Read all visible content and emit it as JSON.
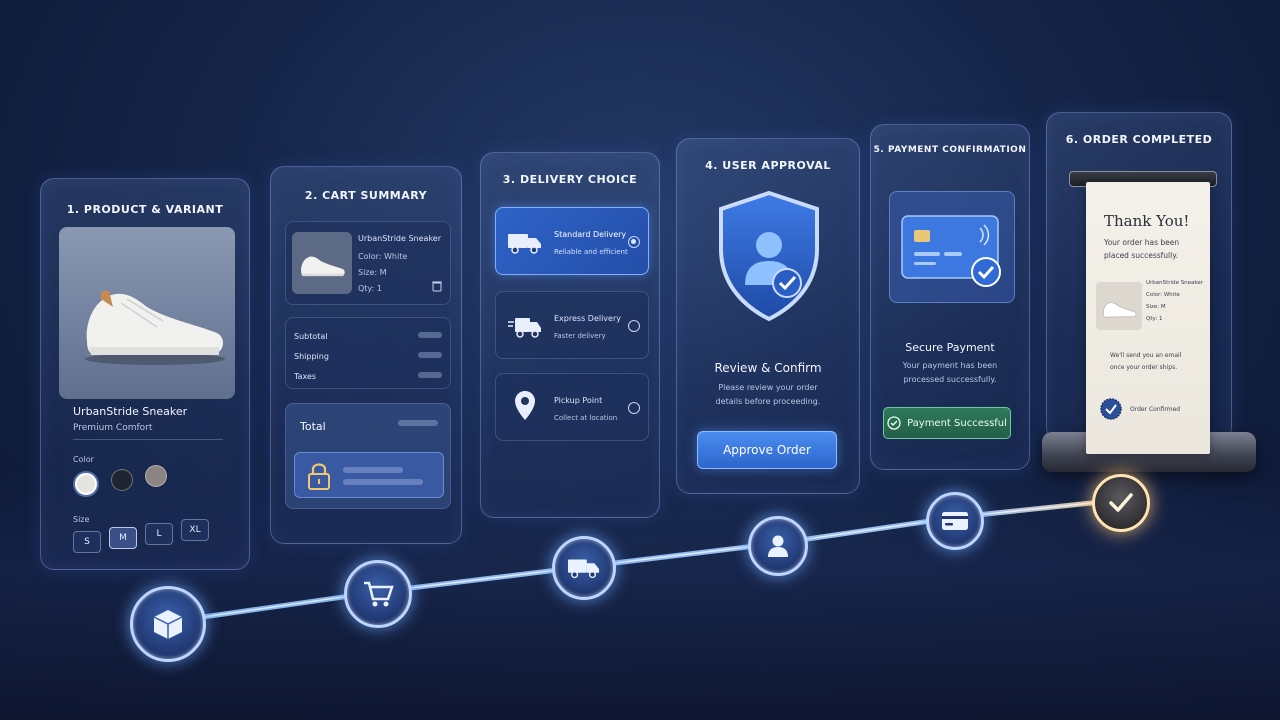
{
  "steps": [
    {
      "title": "1. PRODUCT & VARIANT"
    },
    {
      "title": "2. CART SUMMARY"
    },
    {
      "title": "3. DELIVERY CHOICE"
    },
    {
      "title": "4. USER APPROVAL"
    },
    {
      "title": "5. PAYMENT CONFIRMATION"
    },
    {
      "title": "6. ORDER COMPLETED"
    }
  ],
  "product": {
    "name": "UrbanStride Sneaker",
    "subtitle": "Premium Comfort",
    "color_label": "Color",
    "colors": [
      "#e6e4e0",
      "#1f2530",
      "#8a8580"
    ],
    "size_label": "Size",
    "sizes": [
      "S",
      "M",
      "L",
      "XL"
    ],
    "selected_size": "M"
  },
  "cart": {
    "item_name": "UrbanStride Sneaker",
    "item_color": "Color: White",
    "item_size": "Size: M",
    "item_qty": "Qty: 1",
    "subtotal_label": "Subtotal",
    "shipping_label": "Shipping",
    "taxes_label": "Taxes",
    "total_label": "Total"
  },
  "delivery": {
    "options": [
      {
        "name": "Standard Delivery",
        "desc": "Reliable and efficient",
        "selected": true
      },
      {
        "name": "Express Delivery",
        "desc": "Faster delivery",
        "selected": false
      },
      {
        "name": "Pickup Point",
        "desc": "Collect at location",
        "selected": false
      }
    ]
  },
  "approval": {
    "heading": "Review & Confirm",
    "line1": "Please review your order",
    "line2": "details before proceeding.",
    "button": "Approve Order"
  },
  "payment": {
    "heading": "Secure Payment",
    "line1": "Your payment has been",
    "line2": "processed successfully.",
    "status": "Payment Successful"
  },
  "receipt": {
    "heading": "Thank You!",
    "line1": "Your order has been",
    "line2": "placed successfully.",
    "item_name": "UrbanStride Sneaker",
    "item_color": "Color: White",
    "item_size": "Size: M",
    "item_qty": "Qty: 1",
    "note1": "We'll send you an email",
    "note2": "once your order ships.",
    "badge": "Order Confirmed"
  },
  "colors": {
    "accent": "#4b8cf0",
    "success": "#2f7a5c",
    "done_glow": "#ffe3b0"
  },
  "timeline_icons": [
    "box-icon",
    "cart-icon",
    "truck-icon",
    "user-icon",
    "card-icon",
    "check-icon"
  ]
}
